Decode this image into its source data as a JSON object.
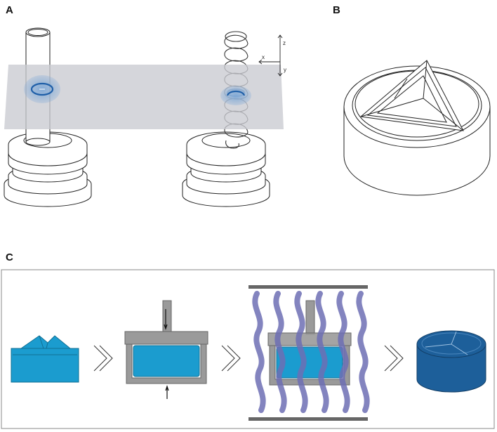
{
  "panels": {
    "a": {
      "label": "A"
    },
    "b": {
      "label": "B"
    },
    "c": {
      "label": "C"
    }
  },
  "axes": {
    "z": "z",
    "x": "x",
    "y": "y"
  },
  "colors": {
    "plane": "#c9cbd1",
    "highlight_ring": "#1f5fa8",
    "highlight_glow": "#7aa6d6",
    "cube_blue": "#1b9ccf",
    "disc_blue": "#1d5f9a",
    "mold_gray": "#9a9a9a",
    "wave_purple": "#6d6fb4"
  },
  "icons": [
    "chevron-right-icon",
    "arrow-down-icon",
    "arrow-up-icon"
  ]
}
